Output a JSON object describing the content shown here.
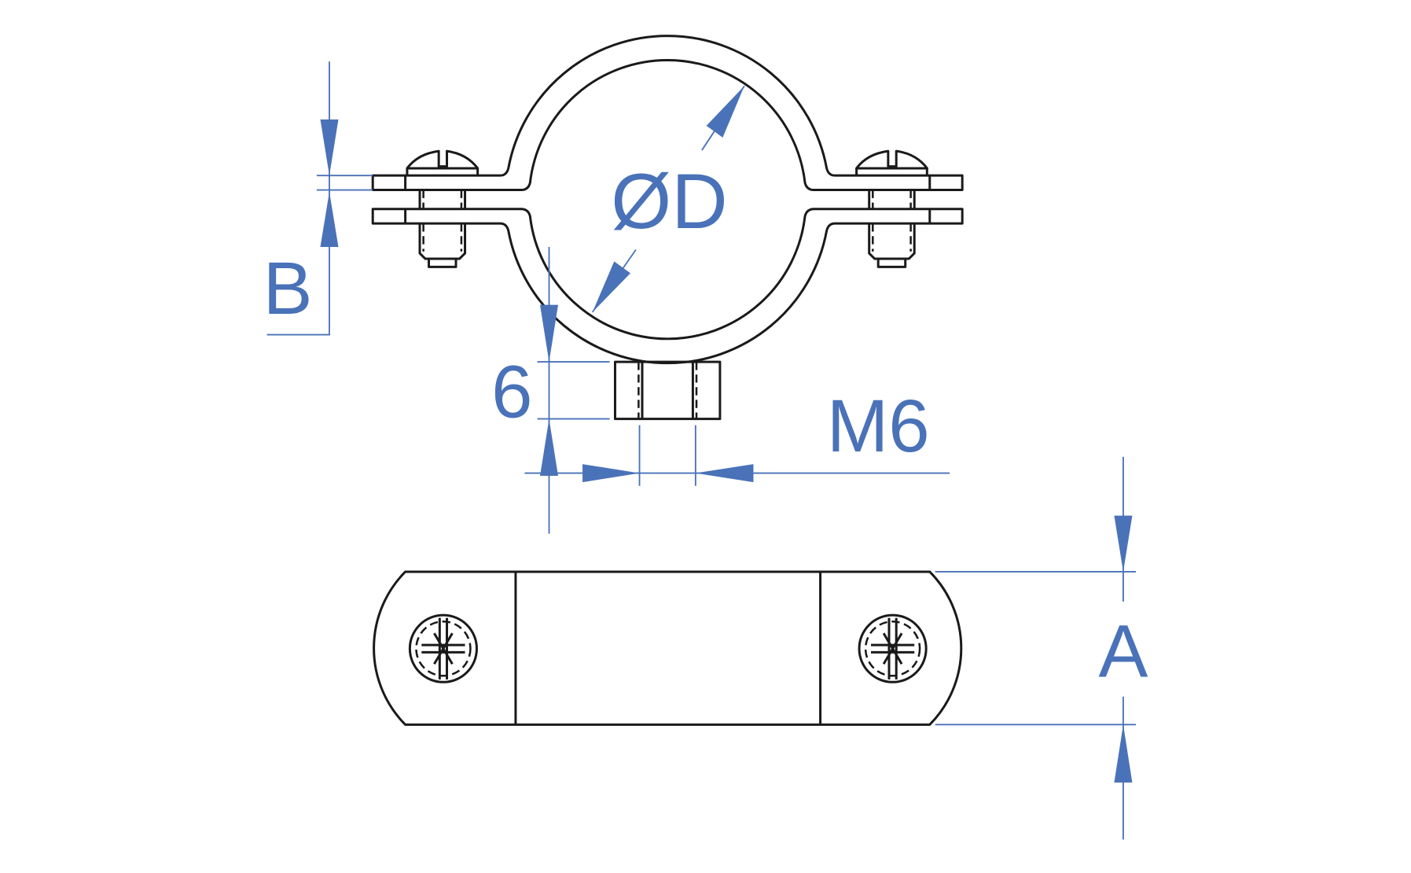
{
  "colors": {
    "dimension": "#4a72b8",
    "outline": "#1a1a1a"
  },
  "labels": {
    "diameter": "ØD",
    "b": "B",
    "thickness": "6",
    "thread": "M6",
    "a": "A"
  }
}
